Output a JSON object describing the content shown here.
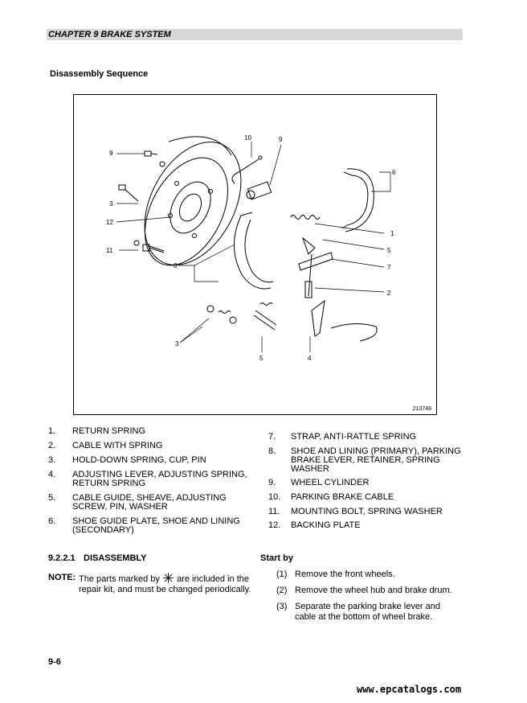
{
  "header": {
    "chapter": "CHAPTER 9 BRAKE SYSTEM"
  },
  "section": {
    "title": "Disassembly Sequence"
  },
  "figure": {
    "code": "213748",
    "callouts": [
      "10",
      "9",
      "9",
      "6",
      "3",
      "12",
      "1",
      "5",
      "11",
      "8",
      "7",
      "2",
      "3",
      "5",
      "4"
    ]
  },
  "legend": {
    "left": [
      {
        "num": "1.",
        "text": [
          "RETURN SPRING"
        ]
      },
      {
        "num": "2.",
        "text": [
          "CABLE WITH SPRING"
        ]
      },
      {
        "num": "3.",
        "text": [
          "HOLD-DOWN SPRING, CUP, PIN"
        ]
      },
      {
        "num": "4.",
        "text": [
          "ADJUSTING LEVER, ADJUSTING SPRING,",
          "RETURN SPRING"
        ]
      },
      {
        "num": "5.",
        "text": [
          "CABLE GUIDE, SHEAVE, ADJUSTING",
          "SCREW, PIN, WASHER"
        ]
      },
      {
        "num": "6.",
        "text": [
          "SHOE GUIDE PLATE, SHOE AND LINING",
          "(SECONDARY)"
        ]
      }
    ],
    "right": [
      {
        "num": "7.",
        "text": [
          "STRAP, ANTI-RATTLE SPRING"
        ]
      },
      {
        "num": "8.",
        "text": [
          "SHOE AND LINING (PRIMARY), PARKING",
          "BRAKE LEVER, RETAINER, SPRING",
          "WASHER"
        ]
      },
      {
        "num": "9.",
        "text": [
          "WHEEL CYLINDER"
        ]
      },
      {
        "num": "10.",
        "text": [
          "PARKING BRAKE CABLE"
        ]
      },
      {
        "num": "11.",
        "text": [
          "MOUNTING BOLT, SPRING WASHER"
        ]
      },
      {
        "num": "12.",
        "text": [
          "BACKING PLATE"
        ]
      }
    ]
  },
  "disassembly": {
    "number": "9.2.2.1",
    "title": "DISASSEMBLY",
    "note_label": "NOTE:",
    "note_before": "The parts marked by",
    "note_symbol": "✳",
    "note_after": "are included in the repair kit, and must be changed periodically.",
    "start_label": "Start by",
    "steps": [
      {
        "num": "(1)",
        "text": [
          "Remove the front wheels."
        ]
      },
      {
        "num": "(2)",
        "text": [
          "Remove the wheel hub and brake drum."
        ]
      },
      {
        "num": "(3)",
        "text": [
          "Separate the parking brake lever and",
          "cable at the bottom of wheel brake."
        ]
      }
    ]
  },
  "footer": {
    "page": "9-6",
    "watermark": "www.epcatalogs.com"
  }
}
